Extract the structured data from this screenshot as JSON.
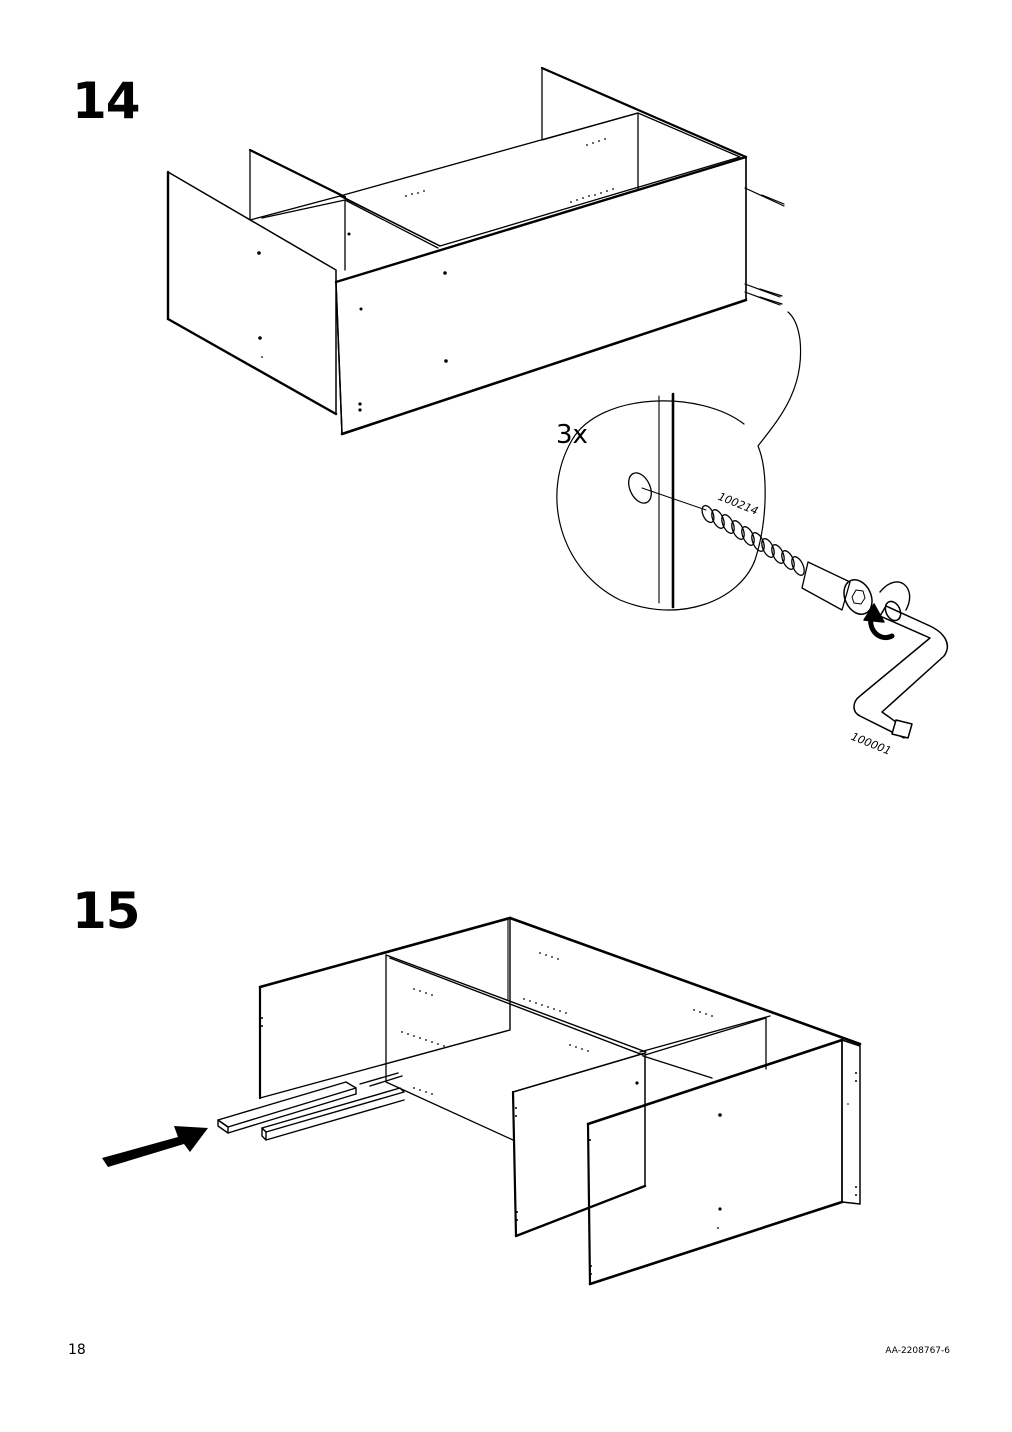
{
  "steps": [
    {
      "number": "14",
      "quantity": "3x",
      "part_screw": "100214",
      "part_tool": "100001"
    },
    {
      "number": "15"
    }
  ],
  "footer": {
    "page_number": "18",
    "doc_code": "AA-2208767-6"
  },
  "colors": {
    "ink": "#000000",
    "paper": "#ffffff"
  }
}
